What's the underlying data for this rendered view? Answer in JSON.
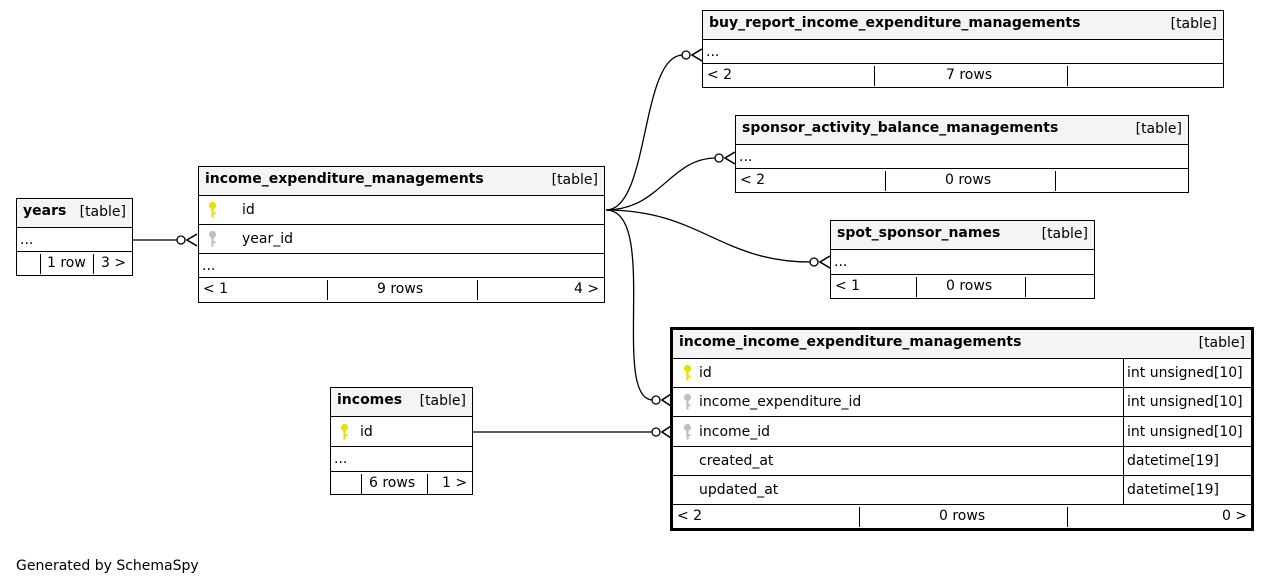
{
  "footer": "Generated by SchemaSpy",
  "colors": {
    "primary_key": "#e8e000",
    "foreign_key": "#bfbfbf",
    "header_bg": "#f4f4f4"
  },
  "tables": {
    "years": {
      "name": "years",
      "kind": "[table]",
      "ellipsis": "...",
      "left": "",
      "rows": "1 row",
      "right": "3 >"
    },
    "iem": {
      "name": "income_expenditure_managements",
      "kind": "[table]",
      "col_id": "id",
      "col_year": "year_id",
      "ellipsis": "...",
      "left": "< 1",
      "rows": "9 rows",
      "right": "4 >"
    },
    "buy": {
      "name": "buy_report_income_expenditure_managements",
      "kind": "[table]",
      "ellipsis": "...",
      "left": "< 2",
      "rows": "7 rows",
      "right": ""
    },
    "spons": {
      "name": "sponsor_activity_balance_managements",
      "kind": "[table]",
      "ellipsis": "...",
      "left": "< 2",
      "rows": "0 rows",
      "right": ""
    },
    "spot": {
      "name": "spot_sponsor_names",
      "kind": "[table]",
      "ellipsis": "...",
      "left": "< 1",
      "rows": "0 rows",
      "right": ""
    },
    "incomes": {
      "name": "incomes",
      "kind": "[table]",
      "col_id": "id",
      "ellipsis": "...",
      "left": "",
      "rows": "6 rows",
      "right": "1 >"
    },
    "iiem": {
      "name": "income_income_expenditure_managements",
      "kind": "[table]",
      "columns": [
        {
          "name": "id",
          "type": "int unsigned[10]"
        },
        {
          "name": "income_expenditure_id",
          "type": "int unsigned[10]"
        },
        {
          "name": "income_id",
          "type": "int unsigned[10]"
        },
        {
          "name": "created_at",
          "type": "datetime[19]"
        },
        {
          "name": "updated_at",
          "type": "datetime[19]"
        }
      ],
      "left": "< 2",
      "rows": "0 rows",
      "right": "0 >"
    }
  }
}
